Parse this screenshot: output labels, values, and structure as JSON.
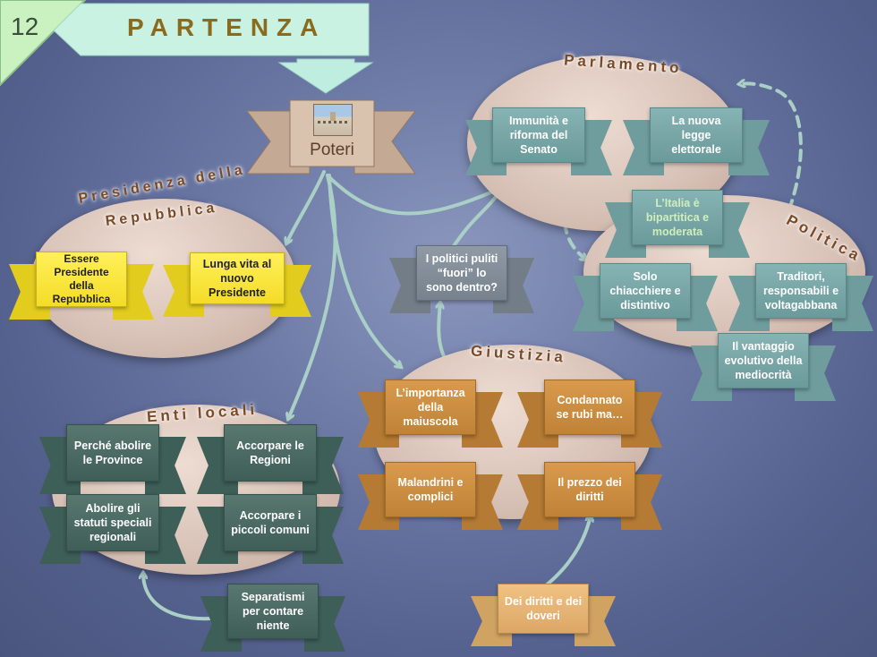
{
  "slide_number": "12",
  "title": "PARTENZA",
  "center": {
    "label": "Poteri"
  },
  "groups": {
    "presidenza": {
      "title_line1": "Presidenza della",
      "title_line2": "Repubblica",
      "items": [
        "Essere Presidente della Repubblica",
        "Lunga vita al nuovo Presidente"
      ]
    },
    "parlamento": {
      "title": "Parlamento",
      "items": [
        "Immunità e riforma del Senato",
        "La nuova legge elettorale"
      ]
    },
    "politica": {
      "title": "Politica",
      "items": [
        "L’Italia è bipartitica e moderata",
        "Solo chiacchiere e distintivo",
        "Traditori, responsabili e voltagabbana",
        "Il vantaggio evolutivo della mediocrità"
      ]
    },
    "giustizia": {
      "title": "Giustizia",
      "items": [
        "L’importanza della maiuscola",
        "Condannato se rubi ma…",
        "Malandrini e complici",
        "Il prezzo dei diritti"
      ]
    },
    "enti_locali": {
      "title": "Enti locali",
      "items": [
        "Perché abolire le Province",
        "Accorpare le Regioni",
        "Abolire gli statuti speciali regionali",
        "Accorpare i piccoli comuni"
      ]
    }
  },
  "floating": {
    "politici_puliti": "I politici puliti “fuori” lo sono dentro?",
    "separatismi": "Separatismi per contare niente",
    "diritti_doveri": "Dei diritti e dei doveri"
  },
  "colors": {
    "background": "#6d7aa6",
    "ellipse": "#d9c3b8",
    "connector": "#a9cfc6",
    "title_banner": "#c9f2e2",
    "title_text": "#8a6a1c"
  }
}
